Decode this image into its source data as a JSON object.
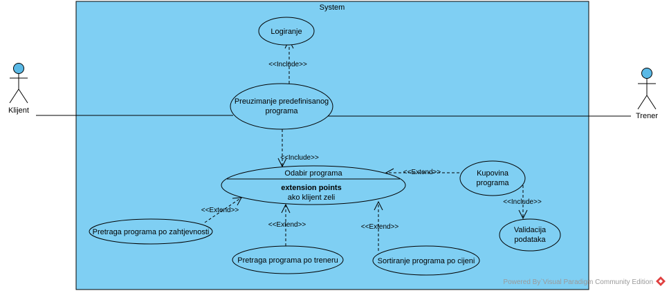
{
  "system": {
    "label": "System"
  },
  "actors": {
    "klijent": {
      "label": "Klijent"
    },
    "trener": {
      "label": "Trener"
    }
  },
  "use_cases": {
    "logiranje": {
      "label": "Logiranje"
    },
    "preuzimanje": {
      "line1": "Preuzimanje predefinisanog",
      "line2": "programa"
    },
    "odabir": {
      "title": "Odabir programa",
      "ext_heading": "extension points",
      "ext_point": "ako klijent zeli"
    },
    "kupovina": {
      "line1": "Kupovina",
      "line2": "programa"
    },
    "validacija": {
      "line1": "Validacija",
      "line2": "podataka"
    },
    "pretraga_zahtjevnost": {
      "label": "Pretraga programa po zahtjevnosti"
    },
    "pretraga_trener": {
      "label": "Pretraga programa po treneru"
    },
    "sortiranje": {
      "label": "Sortiranje programa po cijeni"
    }
  },
  "relations": {
    "include_logiranje": "<<Include>>",
    "include_odabir": "<<Include>>",
    "include_validacija": "<<Include>>",
    "extend_kupovina": "<<Extend>>",
    "extend_zahtjevnost": "<<Extend>>",
    "extend_trener": "<<Extend>>",
    "extend_sortiranje": "<<Extend>>"
  },
  "watermark": {
    "text": "Powered By`Visual Paradigm Community Edition"
  },
  "colors": {
    "system_fill": "#7fcff3",
    "use_case_fill": "#7fcff3",
    "actor_head": "#5ab9e6",
    "watermark_text": "#9a9a9a",
    "logo": "#e04040"
  }
}
